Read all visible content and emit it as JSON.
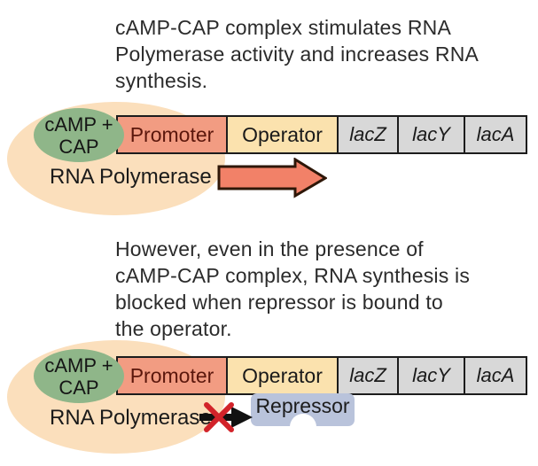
{
  "colors": {
    "peach_glow": "#FBDFBC",
    "cap_green": "#8FB689",
    "promoter_fill": "#F29C82",
    "promoter_text": "#5B170C",
    "operator_fill": "#FBE2AE",
    "gene_fill": "#D8D8D8",
    "bar_border": "#1C1C1C",
    "synthesis_arrow_fill": "#F28168",
    "synthesis_arrow_stroke": "#2E1708",
    "repressor_fill": "#B9C3DB",
    "blocked_x_red": "#D2232A",
    "blocked_arrow_black": "#111111"
  },
  "operon": {
    "segments": [
      {
        "label": "Promoter"
      },
      {
        "label": "Operator"
      },
      {
        "label": "lacZ"
      },
      {
        "label": "lacY"
      },
      {
        "label": "lacA"
      }
    ]
  },
  "cap_complex": {
    "line1": "cAMP +",
    "line2": "CAP"
  },
  "rna_polymerase_label": "RNA Polymerase",
  "panel1": {
    "caption_lines": [
      "cAMP-CAP complex stimulates RNA",
      "Polymerase activity and increases RNA",
      "synthesis."
    ]
  },
  "panel2": {
    "caption_lines": [
      "However, even in the presence of",
      "cAMP-CAP complex, RNA synthesis is",
      "blocked when repressor is bound to",
      "the operator."
    ],
    "repressor_label": "Repressor"
  }
}
